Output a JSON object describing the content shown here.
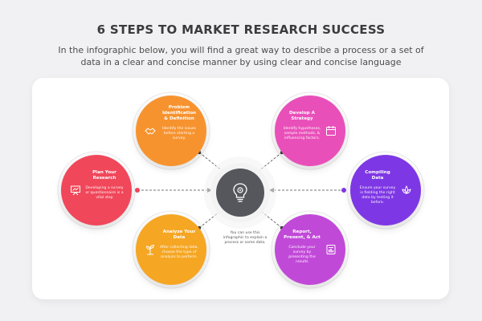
{
  "header": {
    "title": "6 STEPS TO MARKET RESEARCH SUCCESS",
    "subtitle": "In the infographic below, you will find a great way to describe a process or a set of data in a clear and concise manner by using clear and concise language"
  },
  "center": {
    "icon": "lightbulb-gear-icon",
    "note": "You can use this infographic to explain a process or some data."
  },
  "steps": [
    {
      "title": "Problem Identification & Definition",
      "desc": "Identify the issues before starting a survey.",
      "color": "#f7932f",
      "icon": "handshake-icon"
    },
    {
      "title": "Develop A Strategy",
      "desc": "Identify hypotheses, sample methods, & influencing factors.",
      "color": "#e94fb9",
      "icon": "calendar-icon"
    },
    {
      "title": "Plan Your Research",
      "desc": "Developing a survey or questionnaire is a vital step",
      "color": "#f0475a",
      "icon": "presentation-board-icon"
    },
    {
      "title": "Compiling Data",
      "desc": "Ensure your survey is fielding the right data by testing it before.",
      "color": "#7e37e4",
      "icon": "lotus-icon"
    },
    {
      "title": "Analyze Your Data",
      "desc": "After collecting data, choose the type of analysis to perform.",
      "color": "#f5a623",
      "icon": "plant-growth-icon"
    },
    {
      "title": "Report, Present, & Act",
      "desc": "Conclude your survey by presenting the results",
      "color": "#c149d8",
      "icon": "report-icon"
    }
  ]
}
